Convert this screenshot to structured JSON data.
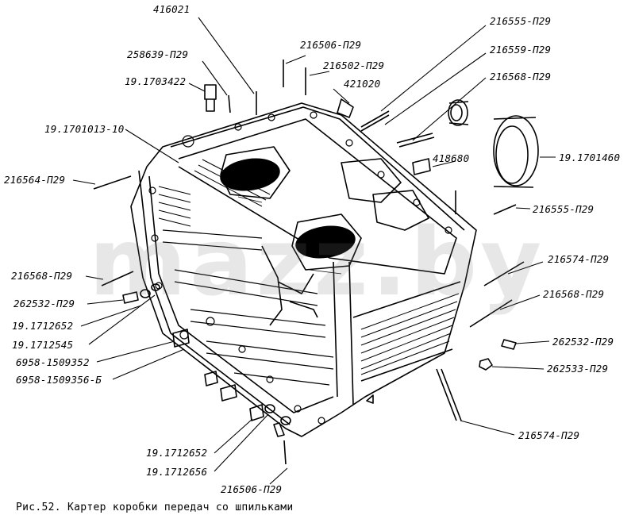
{
  "watermark": "mazz.by",
  "caption": "Рис.52. Картер коробки передач со шпильками",
  "labels": {
    "l416021": "416021",
    "l258639": "258639-П29",
    "l1703422": "19.1703422",
    "l216506_top": "216506-П29",
    "l216502": "216502-П29",
    "l421020": "421020",
    "l216555_top": "216555-П29",
    "l216559": "216559-П29",
    "l216568_right_top": "216568-П29",
    "l1701013": "19.1701013-10",
    "l216564": "216564-П29",
    "l418680": "418680",
    "l1701460": "19.1701460",
    "l216555_mid": "216555-П29",
    "l216568_left": "216568-П29",
    "l216574_right": "216574-П29",
    "l262532_left": "262532-П29",
    "l216568_right": "216568-П29",
    "l1712652_left": "19.1712652",
    "l1712545": "19.1712545",
    "l262532_right": "262532-П29",
    "l6958_352": "6958-1509352",
    "l6958_356": "6958-1509356-Б",
    "l262533": "262533-П29",
    "l216574_bottom": "216574-П29",
    "l1712652_bottom": "19.1712652",
    "l1712656": "19.1712656",
    "l216506_bottom": "216506-П29"
  }
}
